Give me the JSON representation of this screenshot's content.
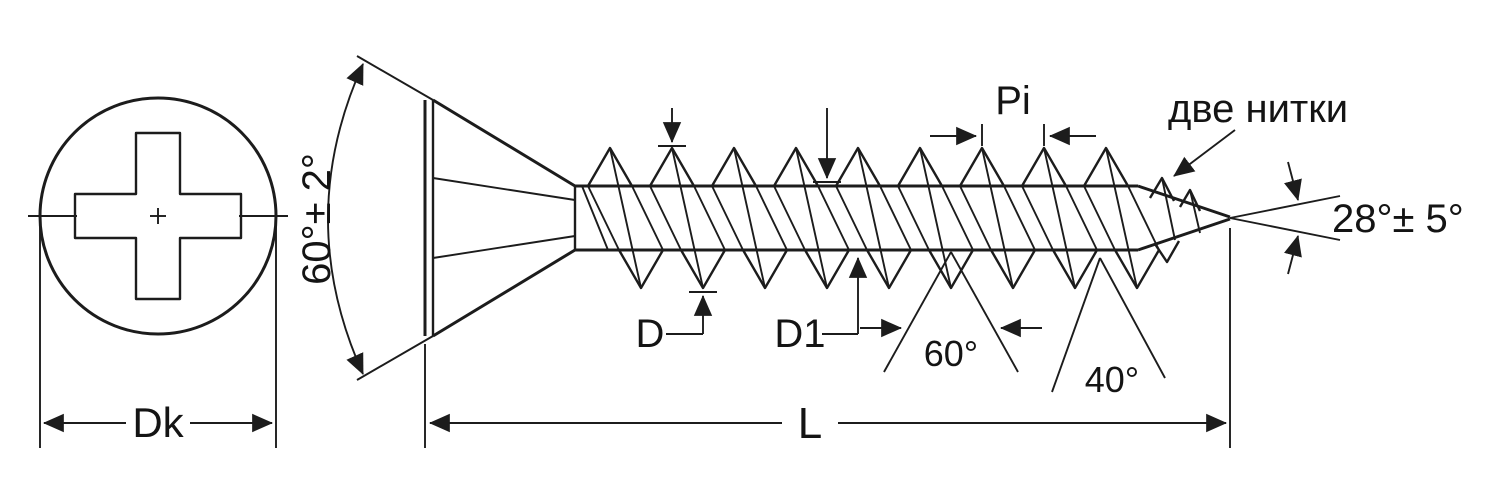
{
  "diagram": {
    "background": "#ffffff",
    "line_color": "#1c1c1c",
    "subject": "countersunk self-tapping screw technical drawing"
  },
  "labels": {
    "head_diameter": "Dk",
    "head_angle": "60°± 2°",
    "outer_diameter": "D",
    "core_diameter": "D1",
    "pitch": "Pi",
    "thread_angle": "60°",
    "lead_angle": "40°",
    "two_threads": "две нитки",
    "tip_angle": "28°± 5°",
    "length": "L"
  }
}
